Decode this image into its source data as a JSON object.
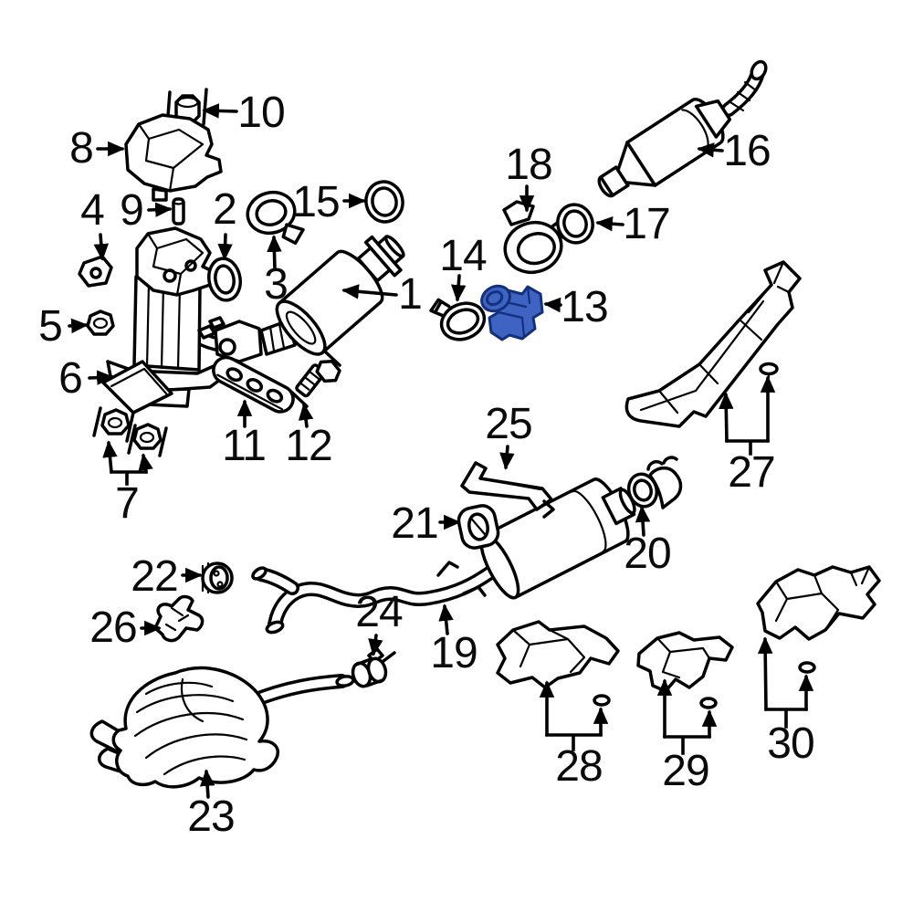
{
  "diagram": {
    "background_color": "#ffffff",
    "line_color": "#000000",
    "highlighted_part": {
      "number": "13",
      "fill_color": "#3f63c2",
      "outline_color": "#14307a"
    },
    "part_labels": {
      "p1": "1",
      "p2": "2",
      "p3": "3",
      "p4": "4",
      "p5": "5",
      "p6": "6",
      "p7": "7",
      "p8": "8",
      "p9": "9",
      "p10": "10",
      "p11": "11",
      "p12": "12",
      "p13": "13",
      "p14": "14",
      "p15": "15",
      "p16": "16",
      "p17": "17",
      "p18": "18",
      "p19": "19",
      "p20": "20",
      "p21": "21",
      "p22": "22",
      "p23": "23",
      "p24": "24",
      "p25": "25",
      "p26": "26",
      "p27": "27",
      "p28": "28",
      "p29": "29",
      "p30": "30"
    }
  }
}
